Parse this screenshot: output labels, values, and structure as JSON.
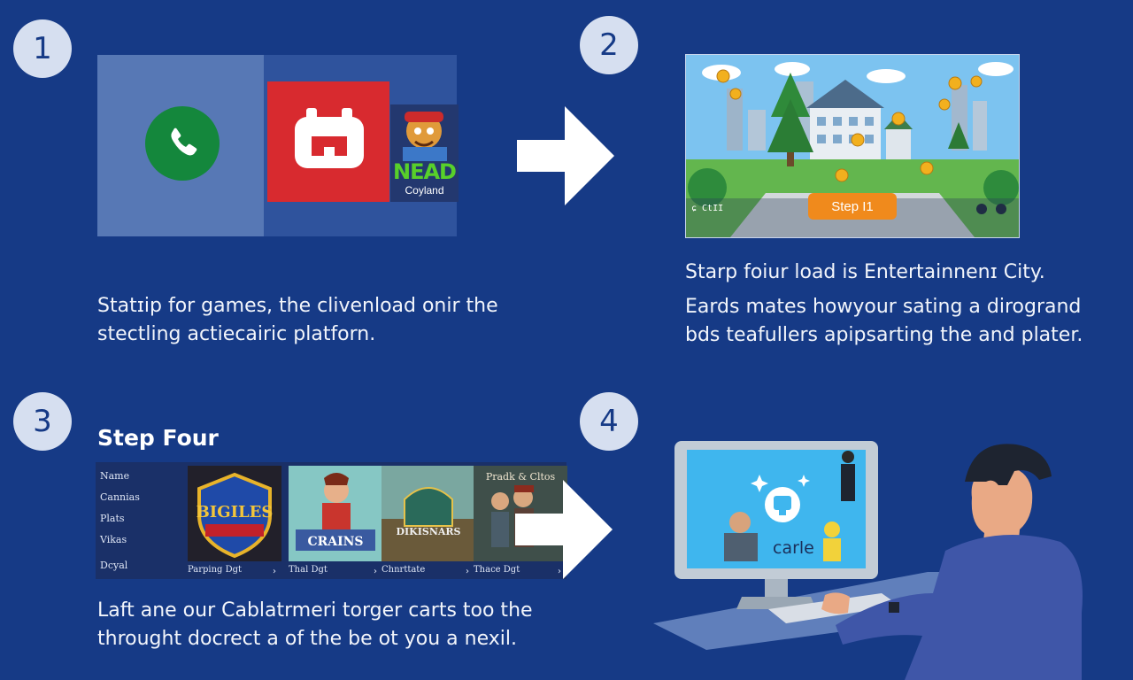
{
  "steps": [
    {
      "number": "1",
      "caption_lines": [
        "Statɪip for games, the clivenload onir the",
        "stectling actiecairic platforn."
      ],
      "game_tile_word": "NEAD",
      "game_tile_subtitle": "Coyland"
    },
    {
      "number": "2",
      "caption_lines": [
        "Starp foiur load is Entertainnenɪ City.",
        "Eards mates howyour sating a dirogrand",
        "bds teafullers apipsarting the and plater."
      ],
      "button_label": "Step I1",
      "hud_left": "ɕ CtII"
    },
    {
      "number": "3",
      "title": "Step Four",
      "caption_lines": [
        "Laft ane our Cablatrmeri torger carts too the",
        "throught docrect a of the be ot you a nexil."
      ],
      "menu_items": [
        "Name",
        "Cannias",
        "Plats",
        "Vikas",
        "Dcyal"
      ],
      "cards": [
        {
          "title": "BIGILES",
          "label": "Parping Dgt"
        },
        {
          "title": "CRAINS",
          "label": "Thal Dgt"
        },
        {
          "title": "DIKISNARS",
          "label": "Chnrttate"
        },
        {
          "title": "Pradk & Cltos",
          "label": "Thace Dgt"
        }
      ]
    },
    {
      "number": "4",
      "monitor_text": "carle"
    }
  ],
  "colors": {
    "background": "#163a86",
    "badge": "#d6dff0",
    "phone_icon": "#14873c",
    "red_tile": "#d82a2f",
    "orange_button": "#f08a1c"
  },
  "icons": [
    "phone-icon",
    "app-logo-icon",
    "right-arrow-icon",
    "sparkle-icon"
  ]
}
